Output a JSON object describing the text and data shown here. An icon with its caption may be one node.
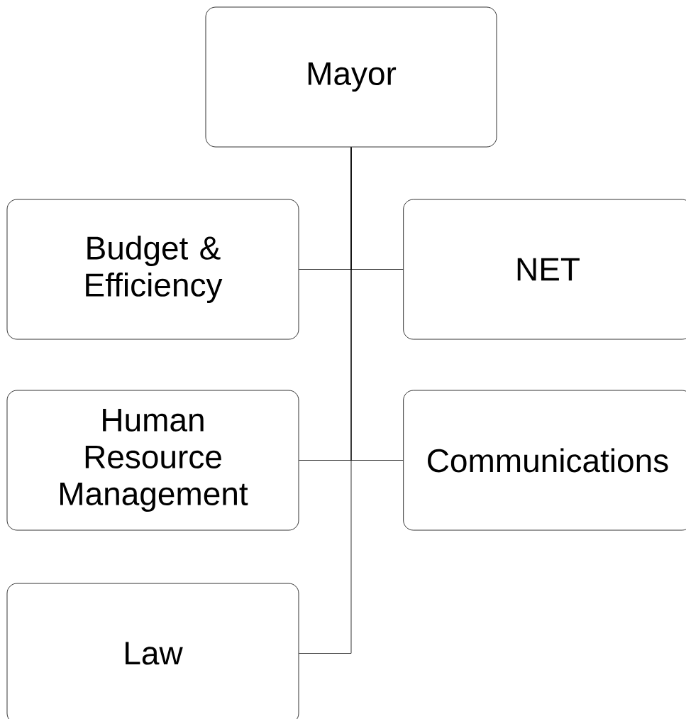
{
  "diagram": {
    "nodes": [
      {
        "text": [
          "Mayor"
        ]
      },
      {
        "text": [
          "Budget & Efficiency"
        ]
      },
      {
        "text": [
          "NET"
        ]
      },
      {
        "text": [
          "Human Resource Management"
        ]
      },
      {
        "text": [
          "Communications"
        ]
      },
      {
        "text": [
          "Law"
        ]
      }
    ],
    "edges": [
      {
        "from": 0,
        "to": 1,
        "arrow": "none"
      },
      {
        "from": 0,
        "to": 2,
        "arrow": "none"
      },
      {
        "from": 0,
        "to": 3,
        "arrow": "none"
      },
      {
        "from": 0,
        "to": 4,
        "arrow": "none"
      },
      {
        "from": 0,
        "to": 5,
        "arrow": "none"
      }
    ]
  }
}
